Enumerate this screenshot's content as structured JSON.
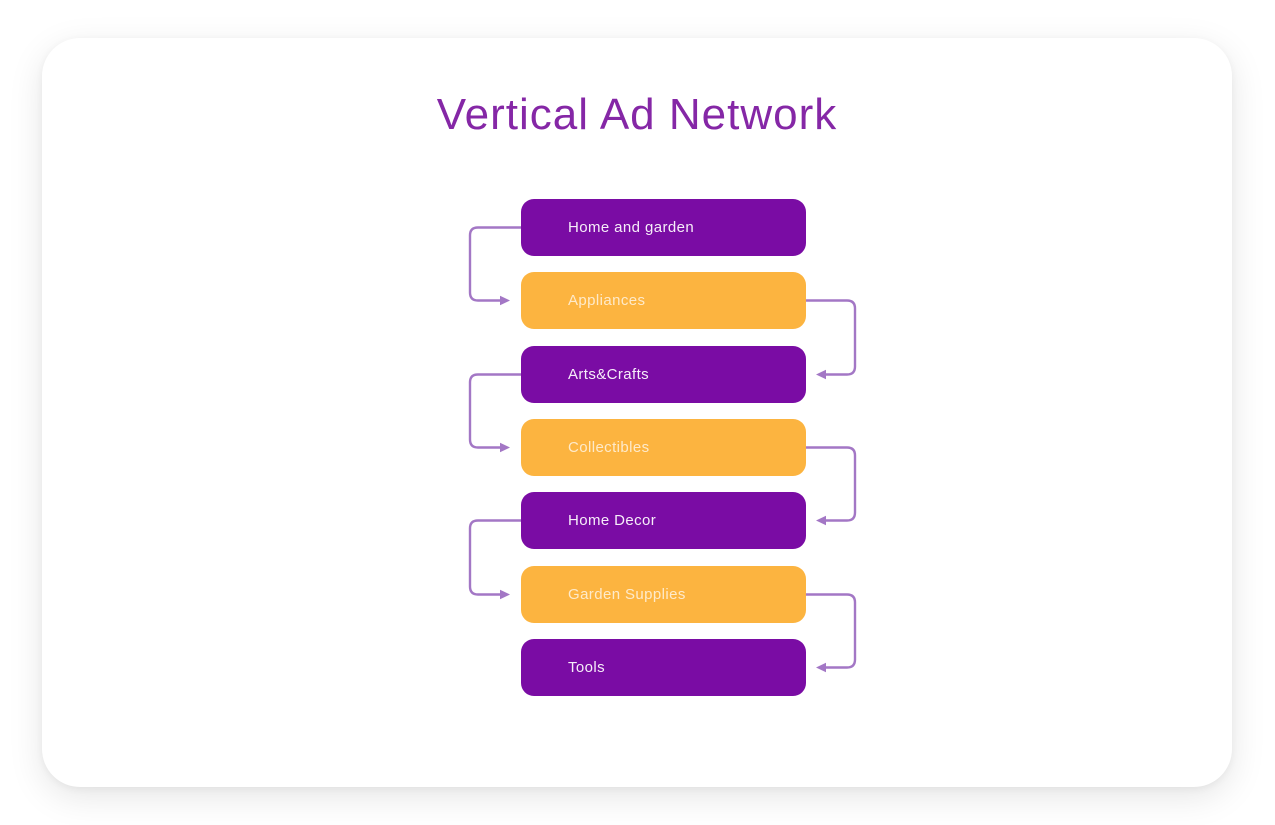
{
  "title": "Vertical Ad Network",
  "colors": {
    "purple": "#7A0CA4",
    "orange": "#FCB440",
    "arrow": "#A377C5",
    "title": "#8527A6",
    "card_bg": "#FFFFFF",
    "page_bg": "#FFFFFF"
  },
  "diagram": {
    "nodes": [
      {
        "label": "Home and garden",
        "variant": "purple"
      },
      {
        "label": "Appliances",
        "variant": "orange"
      },
      {
        "label": "Arts&Crafts",
        "variant": "purple"
      },
      {
        "label": "Collectibles",
        "variant": "orange"
      },
      {
        "label": "Home Decor",
        "variant": "purple"
      },
      {
        "label": "Garden Supplies",
        "variant": "orange"
      },
      {
        "label": "Tools",
        "variant": "purple"
      }
    ],
    "edges": [
      {
        "from": 0,
        "to": 1,
        "side": "left"
      },
      {
        "from": 1,
        "to": 2,
        "side": "right"
      },
      {
        "from": 2,
        "to": 3,
        "side": "left"
      },
      {
        "from": 3,
        "to": 4,
        "side": "right"
      },
      {
        "from": 4,
        "to": 5,
        "side": "left"
      },
      {
        "from": 5,
        "to": 6,
        "side": "right"
      }
    ]
  }
}
